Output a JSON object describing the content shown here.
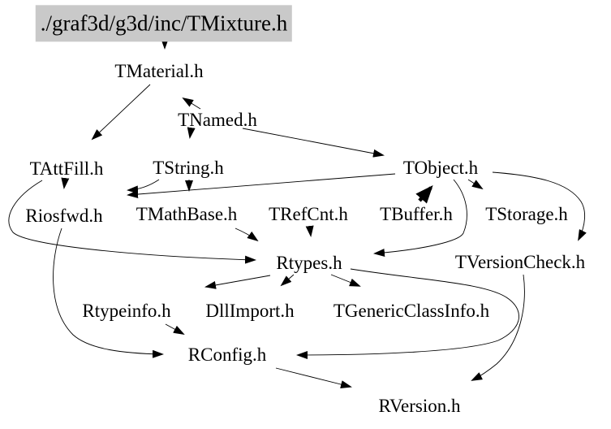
{
  "nodes": {
    "root": {
      "label": "./graf3d/g3d/inc/TMixture.h"
    },
    "tmaterial": {
      "label": "TMaterial.h"
    },
    "tnamed": {
      "label": "TNamed.h"
    },
    "tattfill": {
      "label": "TAttFill.h"
    },
    "tstring": {
      "label": "TString.h"
    },
    "tobject": {
      "label": "TObject.h"
    },
    "riosfwd": {
      "label": "Riosfwd.h"
    },
    "tmathbase": {
      "label": "TMathBase.h"
    },
    "trefcnt": {
      "label": "TRefCnt.h"
    },
    "tbuffer": {
      "label": "TBuffer.h"
    },
    "tstorage": {
      "label": "TStorage.h"
    },
    "rtypes": {
      "label": "Rtypes.h"
    },
    "tversioncheck": {
      "label": "TVersionCheck.h"
    },
    "rtypeinfo": {
      "label": "Rtypeinfo.h"
    },
    "dllimport": {
      "label": "DllImport.h"
    },
    "tgenericclassinfo": {
      "label": "TGenericClassInfo.h"
    },
    "rconfig": {
      "label": "RConfig.h"
    },
    "rversion": {
      "label": "RVersion.h"
    }
  },
  "edges": [
    {
      "from": "root",
      "to": "tmaterial"
    },
    {
      "from": "tmaterial",
      "to": "tattfill"
    },
    {
      "from": "tnamed",
      "to": "tmaterial"
    },
    {
      "from": "tnamed",
      "to": "tstring"
    },
    {
      "from": "tnamed",
      "to": "tobject"
    },
    {
      "from": "tstring",
      "to": "tmathbase"
    },
    {
      "from": "tstring",
      "to": "riosfwd"
    },
    {
      "from": "tobject",
      "to": "riosfwd"
    },
    {
      "from": "tattfill",
      "to": "riosfwd"
    },
    {
      "from": "tattfill",
      "to": "rtypes"
    },
    {
      "from": "riosfwd",
      "to": "rconfig"
    },
    {
      "from": "tmathbase",
      "to": "rtypes"
    },
    {
      "from": "trefcnt",
      "to": "rtypes"
    },
    {
      "from": "tbuffer",
      "to": "tobject"
    },
    {
      "from": "tobject",
      "to": "tstorage"
    },
    {
      "from": "tobject",
      "to": "rtypes"
    },
    {
      "from": "tobject",
      "to": "tversioncheck"
    },
    {
      "from": "rtypes",
      "to": "rtypeinfo"
    },
    {
      "from": "rtypes",
      "to": "dllimport"
    },
    {
      "from": "rtypes",
      "to": "tgenericclassinfo"
    },
    {
      "from": "rtypes",
      "to": "rconfig"
    },
    {
      "from": "rtypeinfo",
      "to": "rconfig"
    },
    {
      "from": "rconfig",
      "to": "rversion"
    },
    {
      "from": "tversioncheck",
      "to": "rversion"
    }
  ],
  "colors": {
    "background": "#ffffff",
    "root_node_background": "#c9c9c9",
    "edge": "#000000",
    "text": "#000000"
  }
}
